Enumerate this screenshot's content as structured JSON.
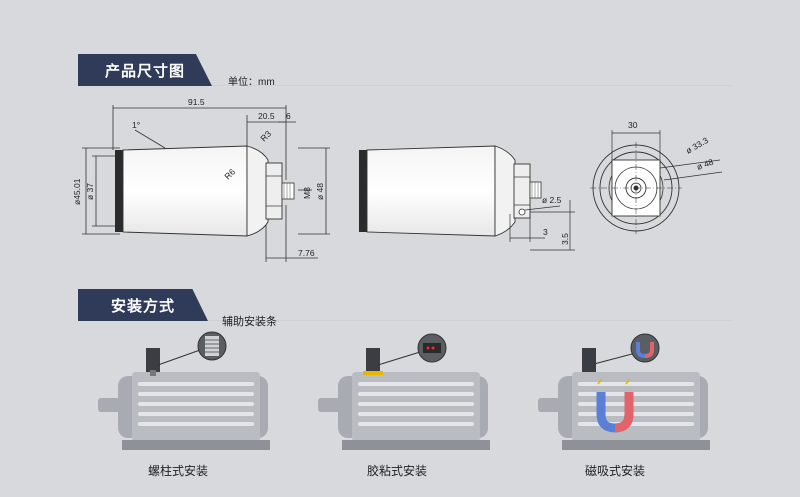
{
  "sections": {
    "dimensions_title": "产品尺寸图",
    "unit_label": "单位：mm",
    "installation_title": "安装方式"
  },
  "drawing_labels": {
    "length_total": "91.5",
    "length_20_5": "20.5",
    "length_6": "6",
    "angle_1": "1°",
    "radius_r3": "R3",
    "radius_r6": "R6",
    "dia_45_01": "ø45.01",
    "dia_37": "ø 37",
    "thread_m8": "M8",
    "dia_48_side": "ø 48",
    "length_7_76": "7.76",
    "dia_2_5": "ø 2.5",
    "dim_3": "3",
    "dim_3_5": "3.5",
    "width_30": "30",
    "dia_33_3": "ø 33.3",
    "dia_48_end": "ø 48"
  },
  "installation": {
    "aux_bar_label": "辅助安装条",
    "methods": [
      {
        "label": "螺柱式安装",
        "icon": "stud-mount-icon"
      },
      {
        "label": "胶粘式安装",
        "icon": "adhesive-mount-icon"
      },
      {
        "label": "磁吸式安装",
        "icon": "magnetic-mount-icon"
      }
    ]
  },
  "colors": {
    "tab_bg": "#2f3b58",
    "motor_fill": "#a8acb2",
    "background": "#d7d9dd",
    "magnet_blue": "#5b7fd6",
    "magnet_red": "#e0646a",
    "adhesive_yellow": "#e6b800"
  }
}
